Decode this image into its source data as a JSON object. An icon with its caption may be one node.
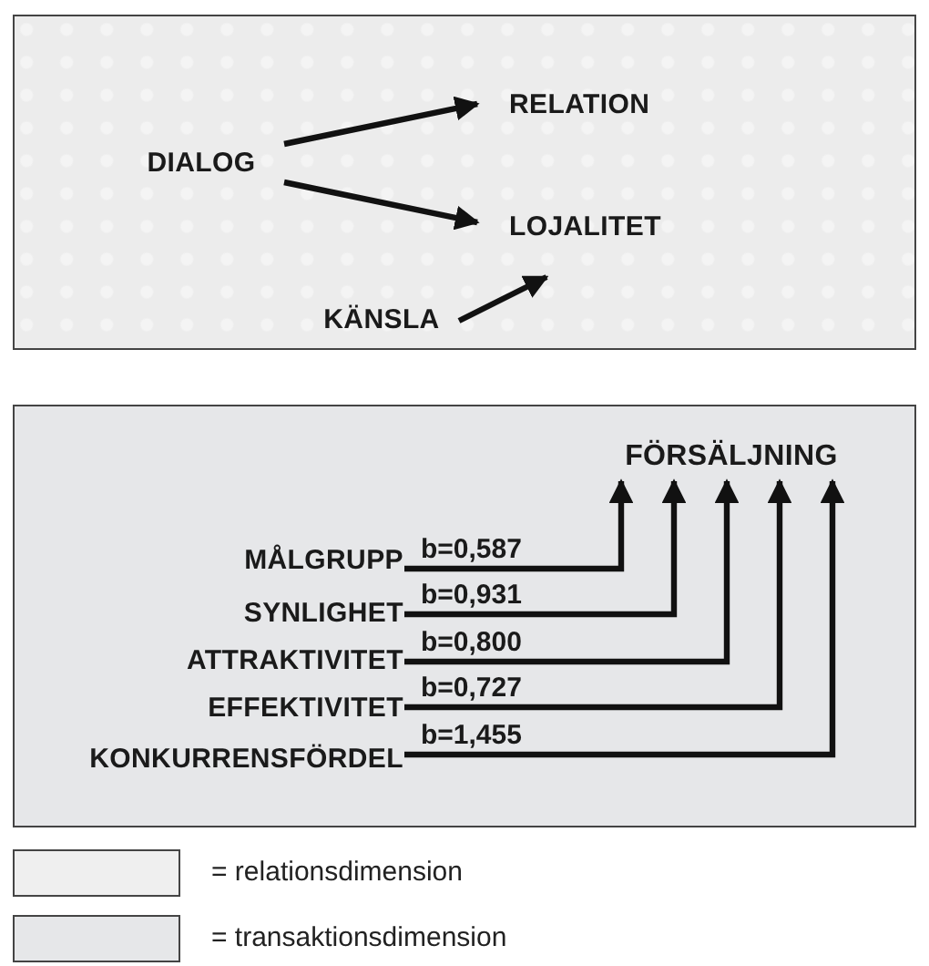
{
  "diagram": {
    "nodes": [
      {
        "text": [],
        "shape": "box"
      },
      {
        "text": [
          "DIALOG"
        ],
        "in": 0
      },
      {
        "text": [
          "RELATION"
        ],
        "in": 0
      },
      {
        "text": [
          "LOJALITET"
        ],
        "in": 0
      },
      {
        "text": [
          "KÄNSLA"
        ],
        "in": 0
      },
      {
        "text": [],
        "shape": "box"
      },
      {
        "text": [
          "FÖRSÄLJNING"
        ],
        "in": 5
      },
      {
        "text": [
          "MÅLGRUPP"
        ],
        "in": 5
      },
      {
        "text": [
          "SYNLIGHET"
        ],
        "in": 5
      },
      {
        "text": [
          "ATTRAKTIVITET"
        ],
        "in": 5
      },
      {
        "text": [
          "EFFEKTIVITET"
        ],
        "in": 5
      },
      {
        "text": [
          "KONKURRENSFÖRDEL"
        ],
        "in": 5
      }
    ],
    "edges": [
      {
        "from": 1,
        "to": 2,
        "arrow": "to"
      },
      {
        "from": 1,
        "to": 3,
        "arrow": "to"
      },
      {
        "from": 4,
        "to": 3,
        "arrow": "to"
      },
      {
        "from": 7,
        "to": 6,
        "arrow": "to",
        "label": "b=0,587"
      },
      {
        "from": 8,
        "to": 6,
        "arrow": "to",
        "label": "b=0,931"
      },
      {
        "from": 9,
        "to": 6,
        "arrow": "to",
        "label": "b=0,800"
      },
      {
        "from": 10,
        "to": 6,
        "arrow": "to",
        "label": "b=0,727"
      },
      {
        "from": 11,
        "to": 6,
        "arrow": "to",
        "label": "b=1,455"
      }
    ],
    "legend": [
      {
        "text": "= relationsdimension",
        "color": "#efefef"
      },
      {
        "text": "= transaktionsdimension",
        "color": "#e6e7e9"
      }
    ]
  }
}
